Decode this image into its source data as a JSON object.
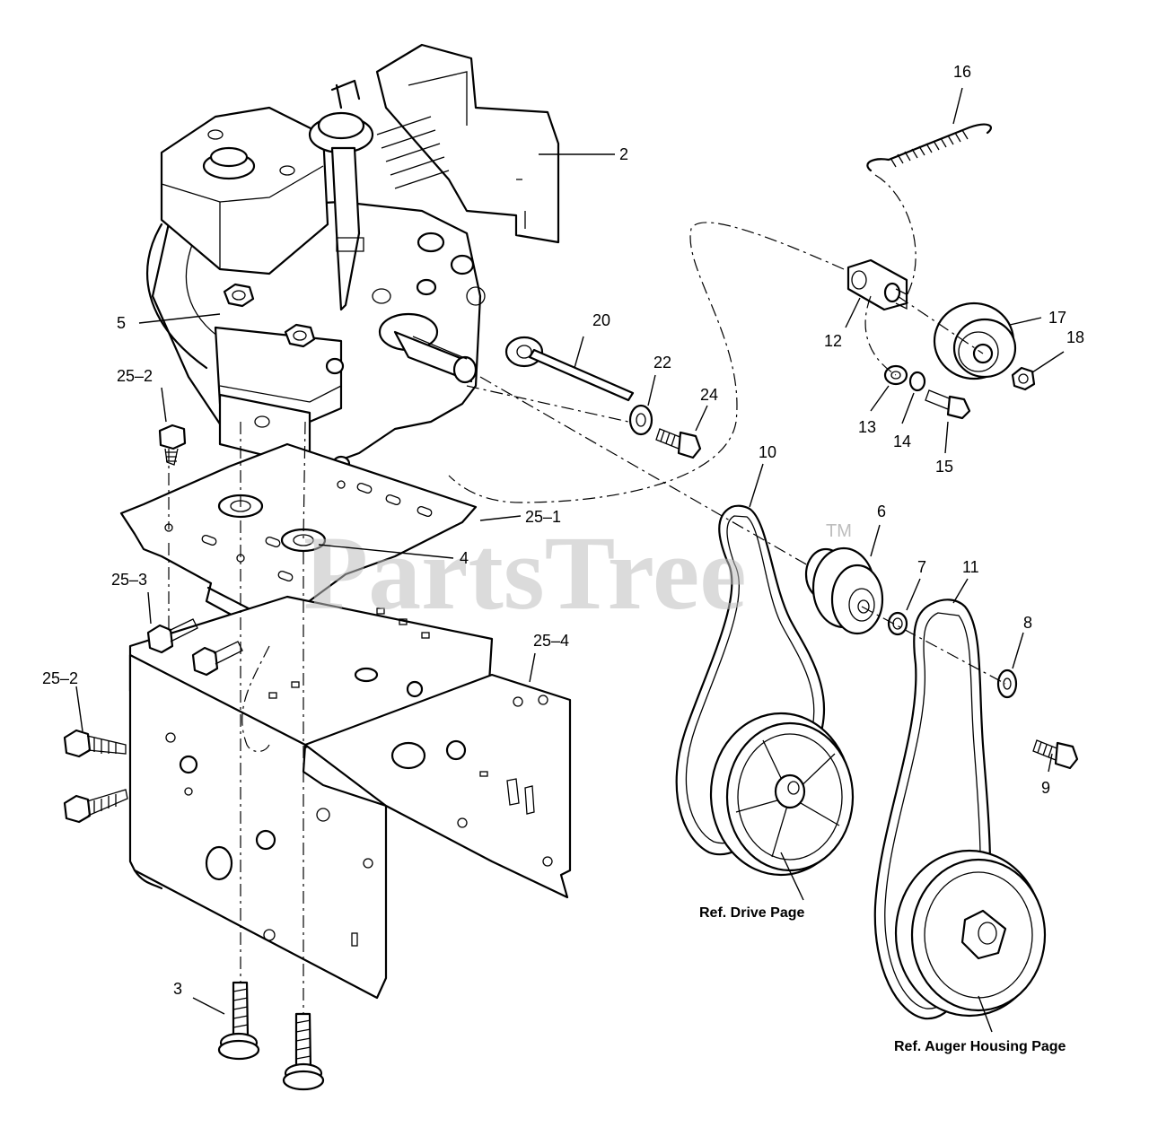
{
  "watermark": {
    "text": "PartsTree",
    "trademark": "TM"
  },
  "callouts": {
    "c2": "2",
    "c3": "3",
    "c4": "4",
    "c5": "5",
    "c6": "6",
    "c7": "7",
    "c8": "8",
    "c9": "9",
    "c10": "10",
    "c11": "11",
    "c12": "12",
    "c13": "13",
    "c14": "14",
    "c15": "15",
    "c16": "16",
    "c17": "17",
    "c18": "18",
    "c20": "20",
    "c22": "22",
    "c24": "24",
    "c25_1": "25–1",
    "c25_2a": "25–2",
    "c25_2b": "25–2",
    "c25_3": "25–3",
    "c25_4": "25–4"
  },
  "references": {
    "drive": "Ref. Drive Page",
    "auger": "Ref. Auger Housing Page"
  }
}
